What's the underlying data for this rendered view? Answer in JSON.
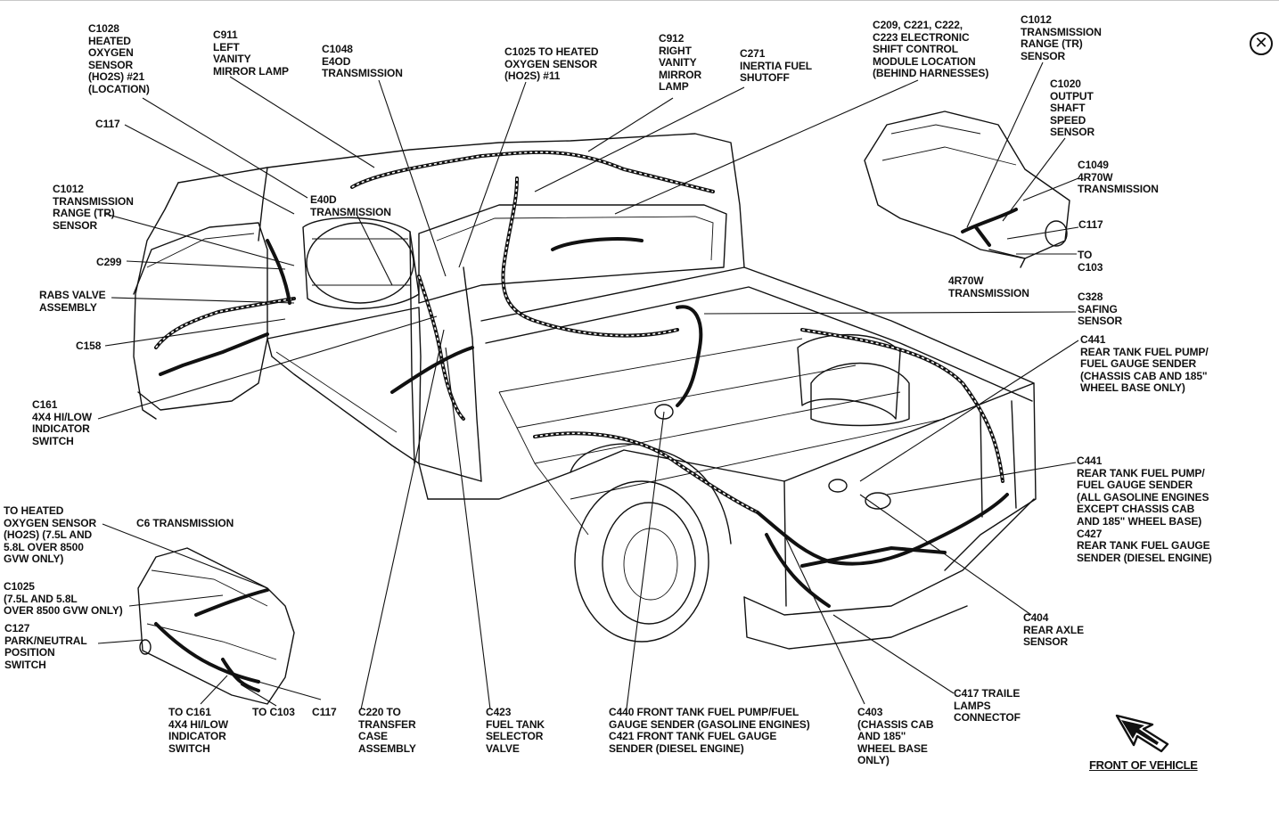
{
  "window": {
    "close_icon": "close-circle-icon"
  },
  "diagram": {
    "callouts": [
      {
        "id": "c1028",
        "text": "C1028\nHEATED\nOXYGEN\nSENSOR\n(HO2S) #21\n(LOCATION)"
      },
      {
        "id": "c911",
        "text": "C911\nLEFT\nVANITY\nMIRROR LAMP"
      },
      {
        "id": "c1048",
        "text": "C1048\nE4OD\nTRANSMISSION"
      },
      {
        "id": "c1025-top",
        "text": "C1025 TO HEATED\nOXYGEN SENSOR\n(HO2S) #11"
      },
      {
        "id": "c912",
        "text": "C912\nRIGHT\nVANITY\nMIRROR\nLAMP"
      },
      {
        "id": "c271",
        "text": "C271\nINERTIA FUEL\nSHUTOFF"
      },
      {
        "id": "c209",
        "text": "C209, C221, C222,\nC223 ELECTRONIC\nSHIFT CONTROL\nMODULE LOCATION\n(BEHIND HARNESSES)"
      },
      {
        "id": "c1012-top",
        "text": "C1012\nTRANSMISSION\nRANGE (TR)\nSENSOR"
      },
      {
        "id": "c1020",
        "text": "C1020\nOUTPUT\nSHAFT\nSPEED\nSENSOR"
      },
      {
        "id": "c1049",
        "text": "C1049\n4R70W\nTRANSMISSION"
      },
      {
        "id": "c117-right",
        "text": "C117"
      },
      {
        "id": "to-c103-right",
        "text": "TO\nC103"
      },
      {
        "id": "4r70w",
        "text": "4R70W\nTRANSMISSION"
      },
      {
        "id": "c328",
        "text": "C328\nSAFING\nSENSOR"
      },
      {
        "id": "c441-a",
        "text": "C441\nREAR TANK FUEL PUMP/\nFUEL GAUGE SENDER\n(CHASSIS CAB AND 185\"\nWHEEL BASE ONLY)"
      },
      {
        "id": "c441-b",
        "text": "C441\nREAR TANK FUEL PUMP/\nFUEL GAUGE SENDER\n(ALL GASOLINE ENGINES\nEXCEPT CHASSIS CAB\nAND 185\" WHEEL BASE)\nC427\nREAR TANK FUEL GAUGE\nSENDER (DIESEL ENGINE)"
      },
      {
        "id": "c404",
        "text": "C404\nREAR AXLE\nSENSOR"
      },
      {
        "id": "c417",
        "text": "C417 TRAILE\nLAMPS\nCONNECTOF"
      },
      {
        "id": "c403",
        "text": "C403\n(CHASSIS CAB\nAND 185\"\nWHEEL BASE\nONLY)"
      },
      {
        "id": "c440",
        "text": "C440 FRONT TANK FUEL PUMP/FUEL\nGAUGE SENDER (GASOLINE ENGINES)\nC421 FRONT TANK FUEL GAUGE\nSENDER (DIESEL ENGINE)"
      },
      {
        "id": "c423",
        "text": "C423\nFUEL TANK\nSELECTOR\nVALVE"
      },
      {
        "id": "c220",
        "text": "C220 TO\nTRANSFER\nCASE\nASSEMBLY"
      },
      {
        "id": "c117-bottom",
        "text": "C117"
      },
      {
        "id": "to-c103-bottom",
        "text": "TO C103"
      },
      {
        "id": "to-c161",
        "text": "TO C161\n4X4 HI/LOW\nINDICATOR\nSWITCH"
      },
      {
        "id": "c127",
        "text": "C127\nPARK/NEUTRAL\nPOSITION\nSWITCH"
      },
      {
        "id": "c1025-left",
        "text": "C1025\n(7.5L AND 5.8L\nOVER 8500 GVW ONLY)"
      },
      {
        "id": "to-ho2s",
        "text": "TO HEATED\nOXYGEN SENSOR\n(HO2S) (7.5L AND\n5.8L OVER 8500\nGVW ONLY)"
      },
      {
        "id": "c6",
        "text": "C6 TRANSMISSION"
      },
      {
        "id": "c161",
        "text": "C161\n4X4 HI/LOW\nINDICATOR\nSWITCH"
      },
      {
        "id": "c158",
        "text": "C158"
      },
      {
        "id": "rabs",
        "text": "RABS VALVE\nASSEMBLY"
      },
      {
        "id": "c299",
        "text": "C299"
      },
      {
        "id": "c1012-left",
        "text": "C1012\nTRANSMISSION\nRANGE (TR)\nSENSOR"
      },
      {
        "id": "c117-left",
        "text": "C117"
      },
      {
        "id": "e40d",
        "text": "E40D\nTRANSMISSION"
      }
    ],
    "front_of_vehicle": "FRONT OF VEHICLE",
    "front_arrow_icon": "front-arrow-icon"
  }
}
